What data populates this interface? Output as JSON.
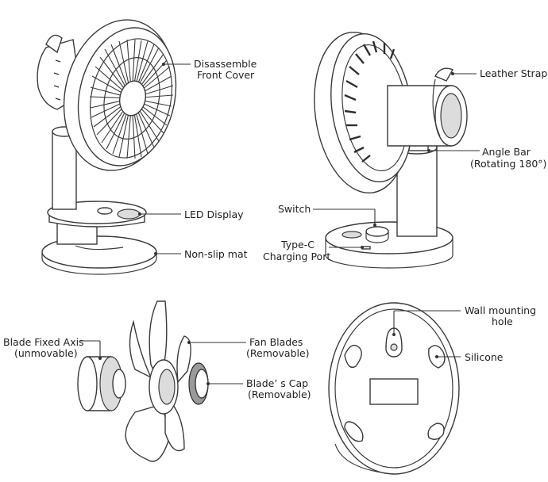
{
  "labels": {
    "front_cover": [
      "Disassemble",
      "Front Cover"
    ],
    "led_display": "LED Display",
    "non_slip_mat": "Non-slip mat",
    "leather_strap": "Leather Strap",
    "angle_bar": [
      "Angle Bar",
      "(Rotating 180°)"
    ],
    "switch": "Switch",
    "type_c": [
      "Type-C",
      "Charging Port"
    ],
    "blade_axis": [
      "Blade Fixed Axis",
      "(unmovable)"
    ],
    "fan_blades": [
      "Fan Blades",
      "(Removable)"
    ],
    "blade_cap": [
      "Blade’ s Cap",
      "(Removable)"
    ],
    "wall_hole": [
      "Wall mounting",
      "hole"
    ],
    "silicone": "Silicone"
  },
  "colors": {
    "line": "#333333",
    "fill_light": "#dcdcdc",
    "fill_dark": "#9a9a9a"
  }
}
